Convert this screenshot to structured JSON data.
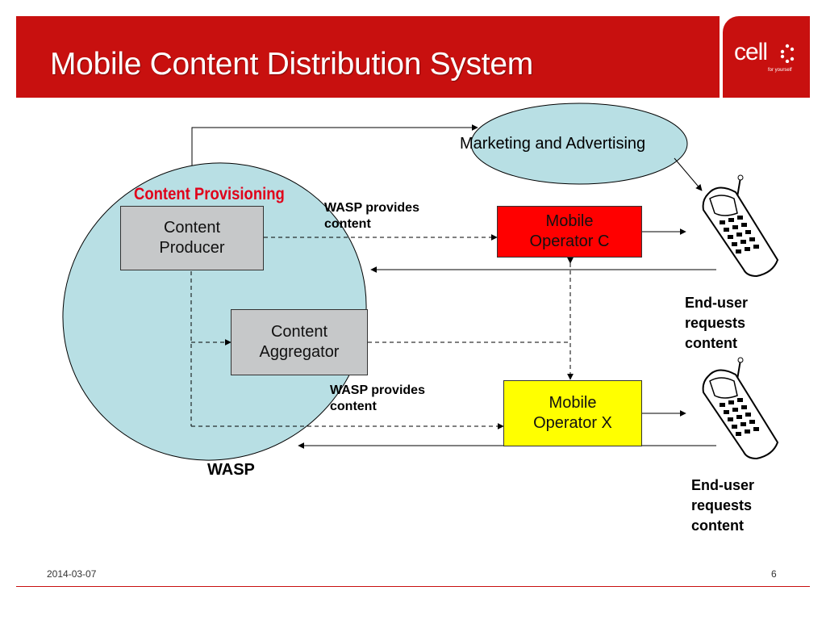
{
  "slide": {
    "title": "Mobile Content Distribution System",
    "logo": {
      "brand": "cell",
      "tagline": "for yourself"
    },
    "footer": {
      "date": "2014-03-07",
      "page": "6"
    }
  },
  "diagram": {
    "marketing": "Marketing and Advertising",
    "provisioning": "Content Provisioning",
    "wasp": "WASP",
    "content_producer": "Content\nProducer",
    "content_aggregator": "Content\nAggregator",
    "wasp_provides_1": "WASP provides\ncontent",
    "wasp_provides_2": "WASP provides\ncontent",
    "operator_c": "Mobile\nOperator C",
    "operator_x": "Mobile\nOperator X",
    "end_user_1": "End-user\nrequests\ncontent",
    "end_user_2": "End-user\nrequests\ncontent"
  },
  "colors": {
    "header_red": "#c8100f",
    "ellipse_fill": "#b8dfe4",
    "box_gray": "#c6c8c9",
    "operator_c_fill": "#ff0000",
    "operator_x_fill": "#ffff00",
    "provisioning_text": "#e0001a"
  },
  "icons": [
    "mobile-phone-icon"
  ]
}
